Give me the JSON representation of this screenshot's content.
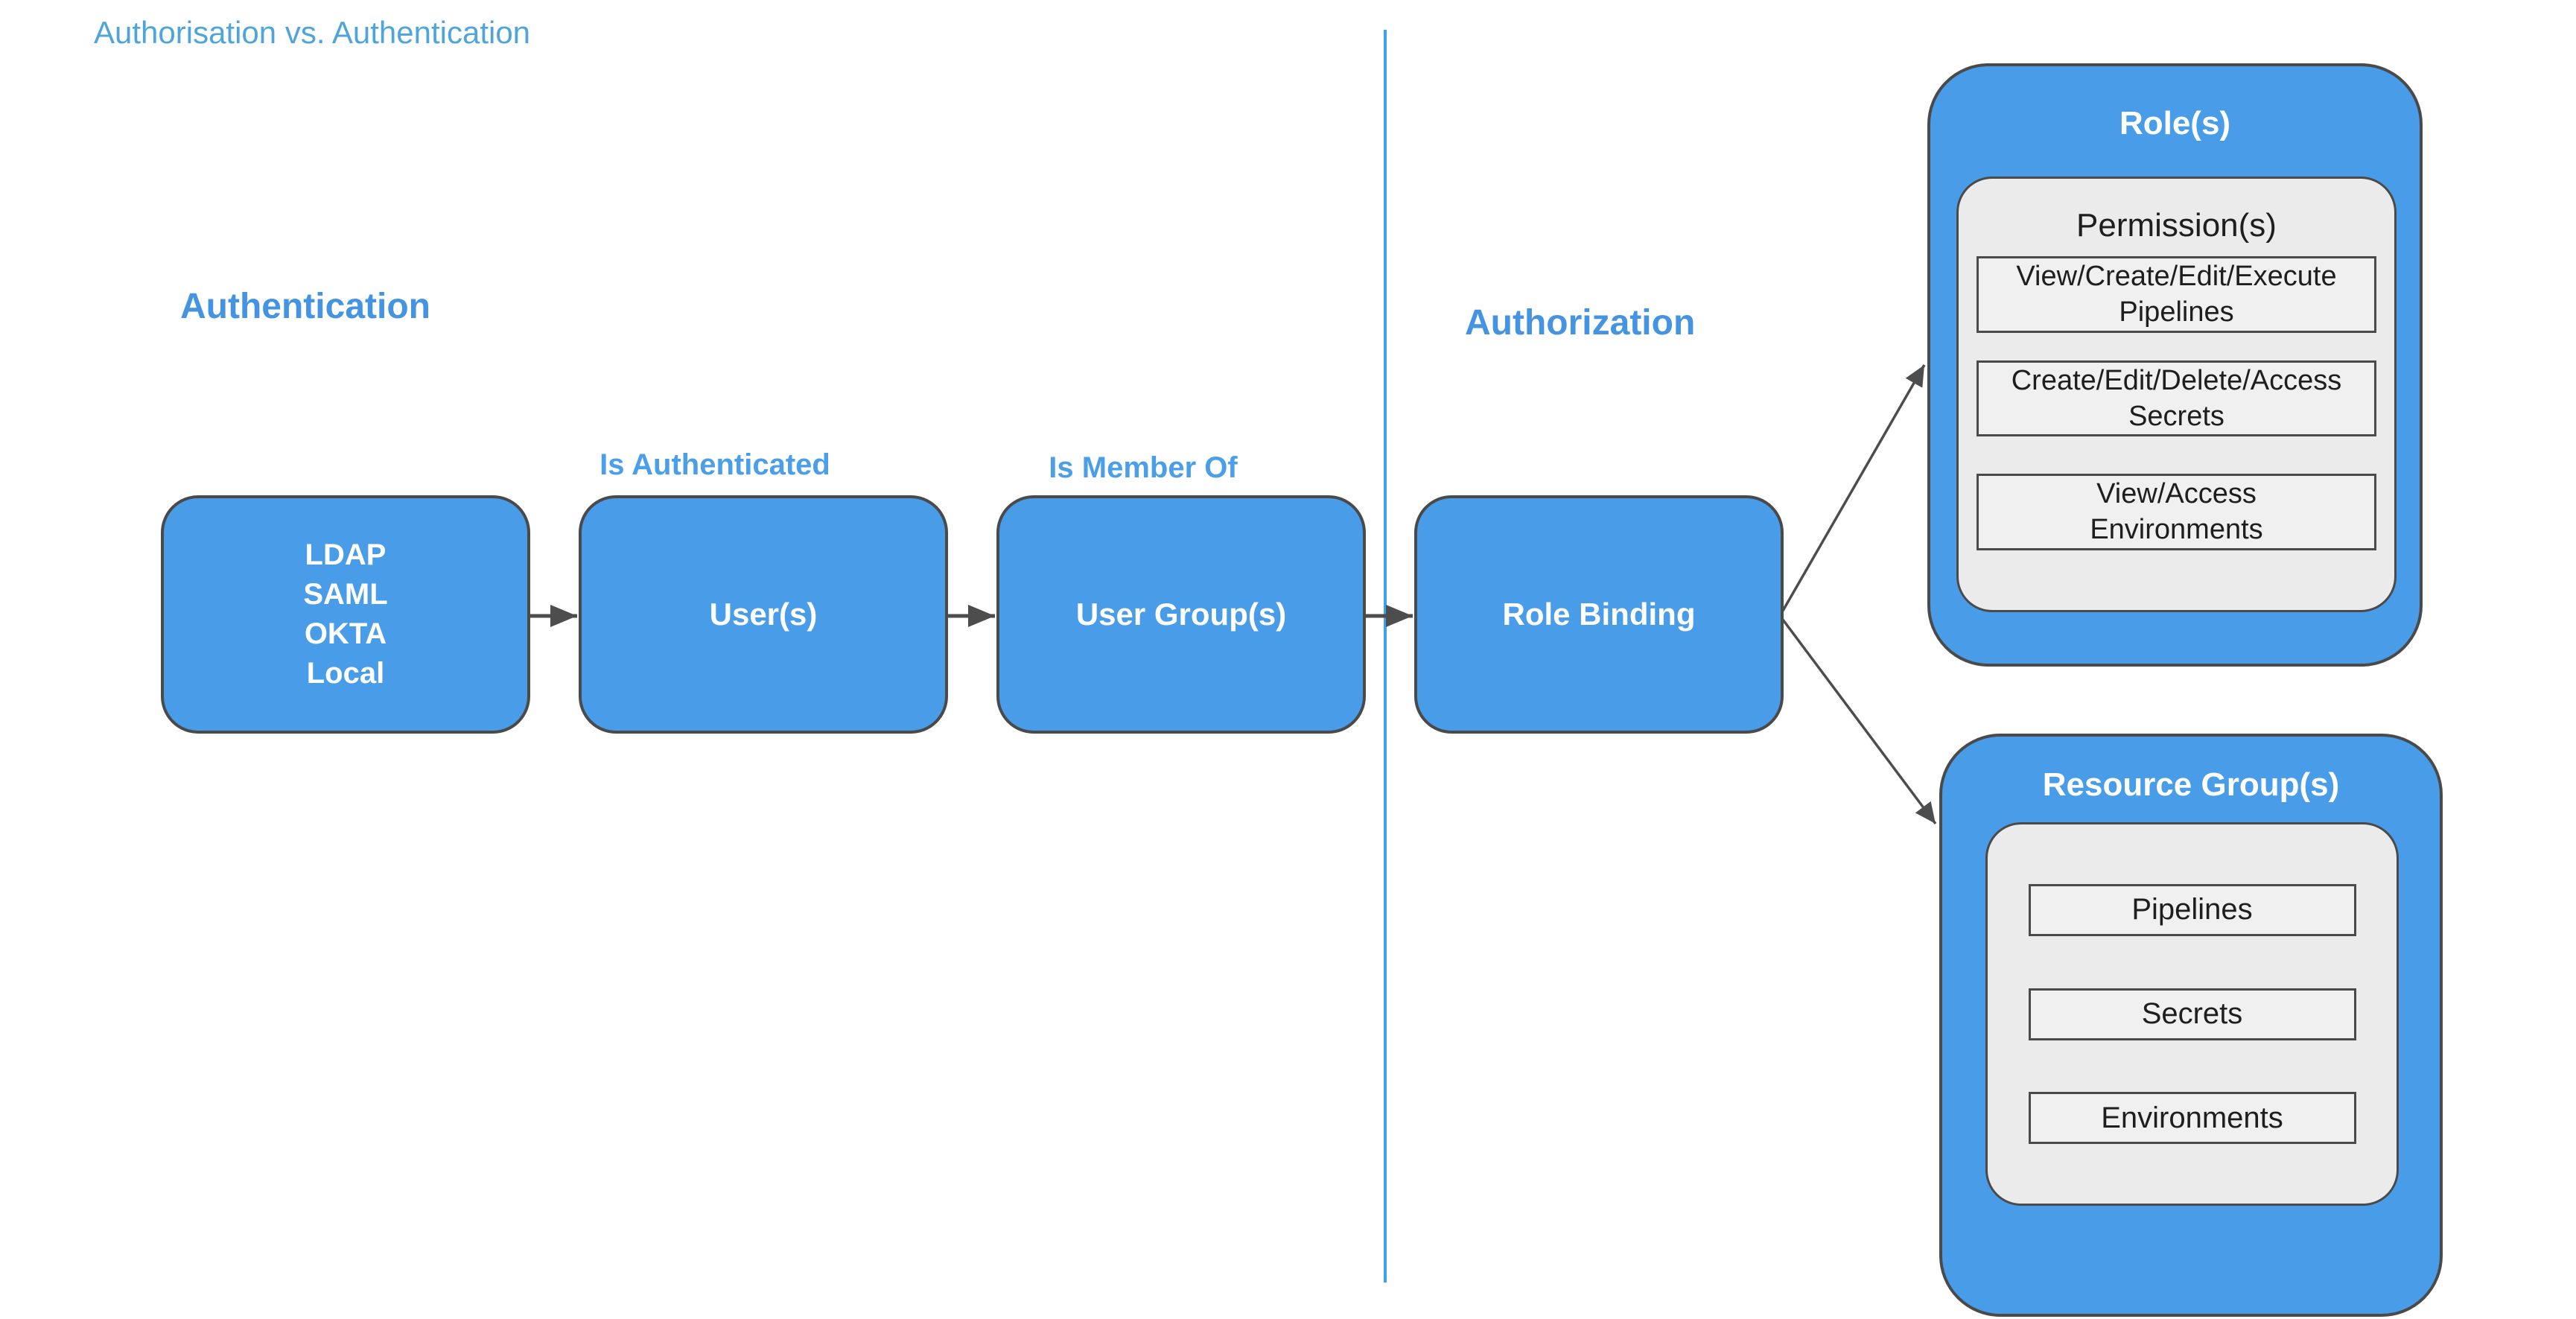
{
  "page_title": "Authorisation vs. Authentication",
  "headings": {
    "authentication": "Authentication",
    "authorization": "Authorization"
  },
  "flow": {
    "identity_providers_box": {
      "lines": [
        "LDAP",
        "SAML",
        "OKTA",
        "Local"
      ]
    },
    "users_box": {
      "label": "User(s)"
    },
    "user_groups_box": {
      "label": "User Group(s)"
    },
    "role_binding_box": {
      "label": "Role Binding"
    },
    "edge_labels": {
      "is_authenticated": "Is Authenticated",
      "is_member_of": "Is Member Of"
    }
  },
  "roles_container": {
    "title": "Role(s)",
    "permissions": {
      "title": "Permission(s)",
      "items": [
        {
          "line1": "View/Create/Edit/Execute",
          "line2": "Pipelines"
        },
        {
          "line1": "Create/Edit/Delete/Access",
          "line2": "Secrets"
        },
        {
          "line1": "View/Access",
          "line2": "Environments"
        }
      ]
    }
  },
  "resource_groups_container": {
    "title": "Resource Group(s)",
    "items": [
      "Pipelines",
      "Secrets",
      "Environments"
    ]
  },
  "colors": {
    "box_blue": "#499CE8",
    "box_border_gray": "#4A4A4A",
    "divider_blue": "#3FA2E8",
    "title_blue": "#4FA5D9",
    "heading_blue": "#4594E2",
    "edge_label_blue": "#4B9FE8",
    "inner_gray": "#EBEBEB",
    "item_fill": "#F0F0F0",
    "arrow_gray": "#4D4D4D",
    "box_text_white": "#FFFFFF",
    "item_text_dark": "#1E1E1E"
  }
}
